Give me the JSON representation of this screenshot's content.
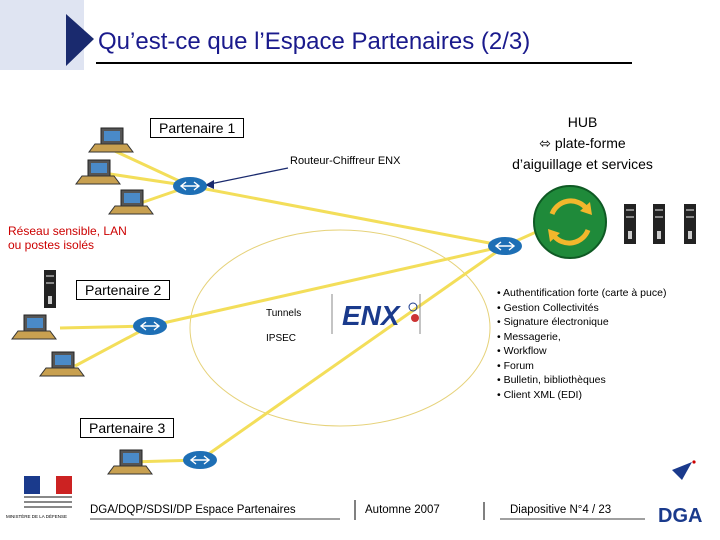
{
  "title": "Qu’est-ce que l’Espace Partenaires (2/3)",
  "labels": {
    "partenaire1": "Partenaire 1",
    "partenaire2": "Partenaire 2",
    "partenaire3": "Partenaire 3",
    "routeur": "Routeur-Chiffreur ENX",
    "reseau_line1": "Réseau sensible, LAN",
    "reseau_line2": "ou postes isolés",
    "tunnels": "Tunnels",
    "ipsec": "IPSEC",
    "enx_logo": "ENX"
  },
  "hub": {
    "line1": "HUB",
    "line2": "⬄ plate-forme",
    "line3": "d’aiguillage et services"
  },
  "services": [
    "• Authentification forte (carte à puce)",
    "• Gestion Collectivités",
    "• Signature électronique",
    "• Messagerie,",
    "• Workflow",
    "• Forum",
    "• Bulletin, bibliothèques",
    "• Client XML (EDI)"
  ],
  "footer": {
    "org": "DGA/DQP/SDSI/DP Espace Partenaires",
    "date": "Automne 2007",
    "slide": "Diapositive N°4 / 23",
    "dga_logo": "DGA",
    "ministry": "MINISTÈRE DE LA DÉFENSE"
  },
  "colors": {
    "title": "#1a1a8c",
    "link": "#f3de5a",
    "router": "#1e6fb5",
    "hub_circle": "#1f8a3a",
    "accent": "#cc0000"
  }
}
